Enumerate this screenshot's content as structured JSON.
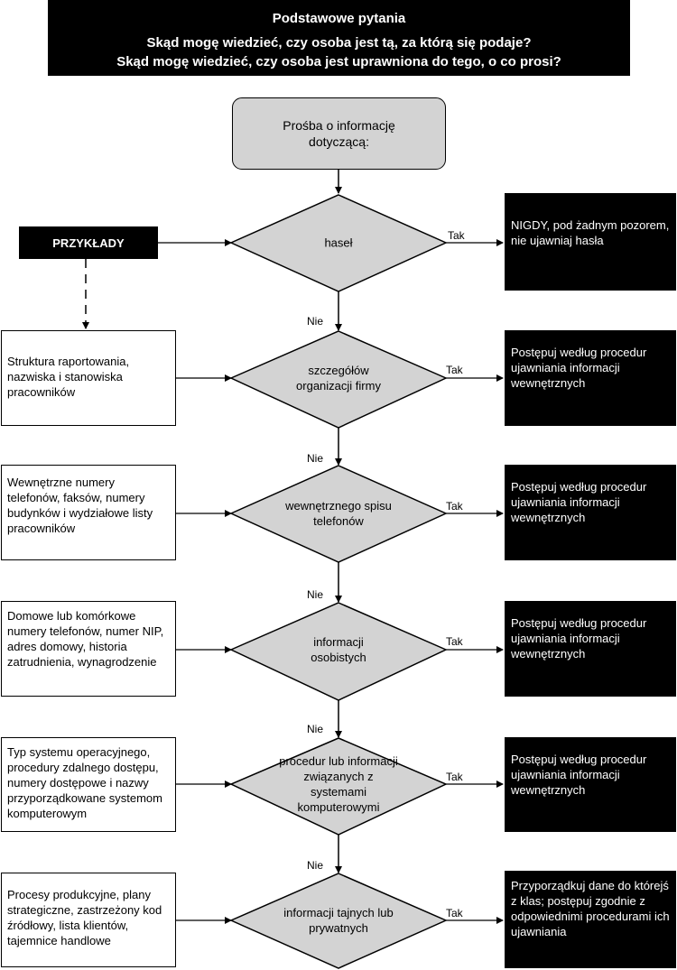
{
  "header": {
    "line1": "Podstawowe pytania",
    "line2": "Skąd mogę wiedzieć, czy osoba jest tą, za którą się podaje?",
    "line3": "Skąd mogę wiedzieć, czy osoba jest uprawniona do tego, o co prosi?"
  },
  "start": {
    "text": "Prośba o informację dotyczącą:"
  },
  "examples_label": "PRZYKŁADY",
  "yes_label": "Tak",
  "no_label": "Nie",
  "decisions": [
    {
      "text": "haseł"
    },
    {
      "text": "szczegółów organizacji firmy"
    },
    {
      "text": "wewnętrznego spisu telefonów"
    },
    {
      "text": "informacji osobistych"
    },
    {
      "text": "procedur lub informacji związanych z systemami komputerowymi"
    },
    {
      "text": "informacji tajnych lub prywatnych"
    }
  ],
  "examples": [
    {
      "text": "Struktura raportowania, nazwiska i stanowiska pracowników"
    },
    {
      "text": "Wewnętrzne numery telefonów, faksów, numery budynków i wydziałowe listy pracowników"
    },
    {
      "text": "Domowe lub komórkowe numery telefonów, numer NIP, adres domowy, historia zatrudnienia, wynagrodzenie"
    },
    {
      "text": "Typ systemu operacyjnego, procedury zdalnego dostępu, numery dostępowe i nazwy przyporządkowane systemom komputerowym"
    },
    {
      "text": "Procesy produkcyjne, plany strategiczne, zastrzeżony kod źródłowy, lista klientów, tajemnice handlowe"
    }
  ],
  "results": [
    {
      "text": "NIGDY, pod żadnym pozorem, nie ujawniaj hasła"
    },
    {
      "text": "Postępuj według procedur ujawniania informacji wewnętrznych"
    },
    {
      "text": "Postępuj według procedur ujawniania informacji wewnętrznych"
    },
    {
      "text": "Postępuj według procedur ujawniania informacji wewnętrznych"
    },
    {
      "text": "Postępuj według procedur ujawniania informacji wewnętrznych"
    },
    {
      "text": "Przyporządkuj dane do którejś z klas; postępuj zgodnie z odpowiednimi procedurami ich ujawniania"
    }
  ]
}
